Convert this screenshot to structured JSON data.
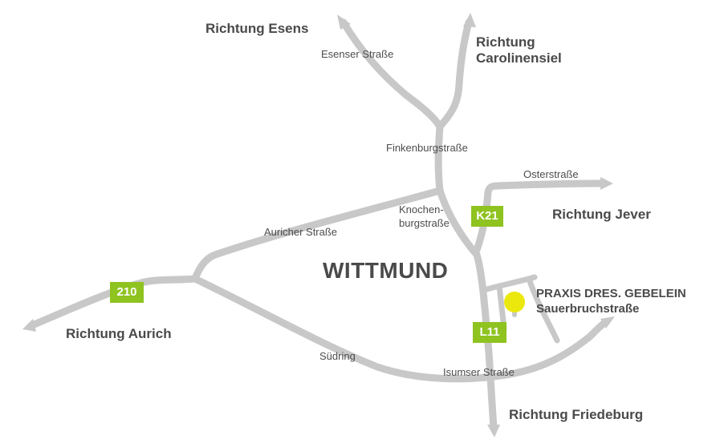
{
  "map": {
    "city": "WITTMUND",
    "directions": {
      "esens": "Richtung Esens",
      "carolinensiel": [
        "Richtung",
        "Carolinensiel"
      ],
      "jever": "Richtung Jever",
      "aurich": "Richtung Aurich",
      "friedeburg": "Richtung Friedeburg"
    },
    "streets": {
      "esenser": "Esenser Straße",
      "finkenburg": "Finkenburgstraße",
      "oster": "Osterstraße",
      "knochenburg": [
        "Knochen-",
        "burgstraße"
      ],
      "auricher": "Auricher Straße",
      "suedring": "Südring",
      "isumser": "Isumser Straße"
    },
    "badges": {
      "b210": "210",
      "k21": "K21",
      "l11": "L11"
    },
    "praxis": {
      "name": "PRAXIS DRES. GEBELEIN",
      "street": "Sauerbruchstraße"
    },
    "colors": {
      "road": "#c8c8c8",
      "badge": "#8fc320",
      "marker": "#eae80c",
      "text": "#4a4a4a"
    }
  }
}
